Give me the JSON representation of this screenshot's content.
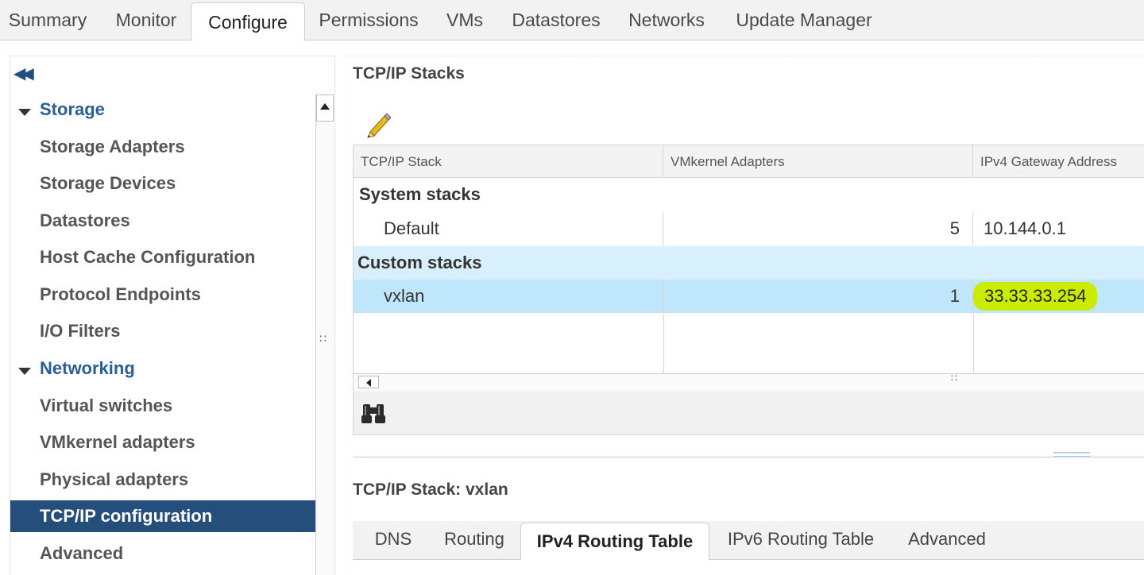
{
  "top_tabs": [
    {
      "label": "Summary"
    },
    {
      "label": "Monitor"
    },
    {
      "label": "Configure"
    },
    {
      "label": "Permissions"
    },
    {
      "label": "VMs"
    },
    {
      "label": "Datastores"
    },
    {
      "label": "Networks"
    },
    {
      "label": "Update Manager"
    }
  ],
  "active_top_tab": "Configure",
  "nav": {
    "collapse_icon": "double-chevron-left-icon",
    "sections": [
      {
        "label": "Storage",
        "expanded": true
      },
      {
        "label": "Networking",
        "expanded": true
      }
    ],
    "items": [
      {
        "label": "Storage Adapters"
      },
      {
        "label": "Storage Devices"
      },
      {
        "label": "Datastores"
      },
      {
        "label": "Host Cache Configuration"
      },
      {
        "label": "Protocol Endpoints"
      },
      {
        "label": "I/O Filters"
      },
      {
        "label": "Virtual switches"
      },
      {
        "label": "VMkernel adapters"
      },
      {
        "label": "Physical adapters"
      },
      {
        "label": "TCP/IP configuration"
      },
      {
        "label": "Advanced"
      }
    ],
    "selected": "TCP/IP configuration"
  },
  "main": {
    "title": "TCP/IP Stacks",
    "edit_icon": "pencil-icon",
    "columns": [
      "TCP/IP Stack",
      "VMkernel Adapters",
      "IPv4 Gateway Address"
    ],
    "groups": [
      {
        "label": "System stacks",
        "rows": [
          {
            "name": "Default",
            "adapters": "5",
            "gateway": "10.144.0.1"
          }
        ]
      },
      {
        "label": "Custom stacks",
        "rows": [
          {
            "name": "vxlan",
            "adapters": "1",
            "gateway": "33.33.33.254"
          }
        ]
      }
    ],
    "selected_row": "vxlan",
    "highlight_color": "#c9ec00",
    "find_icon": "binoculars-icon"
  },
  "detail": {
    "title": "TCP/IP Stack: vxlan",
    "tabs": [
      {
        "label": "DNS"
      },
      {
        "label": "Routing"
      },
      {
        "label": "IPv4 Routing Table"
      },
      {
        "label": "IPv6 Routing Table"
      },
      {
        "label": "Advanced"
      }
    ],
    "active_tab": "IPv4 Routing Table"
  },
  "colors": {
    "nav_selected": "#254e7b",
    "nav_section": "#2b5f93",
    "row_selected": "#bfe6fb",
    "group_selected": "#d7f0fc"
  }
}
